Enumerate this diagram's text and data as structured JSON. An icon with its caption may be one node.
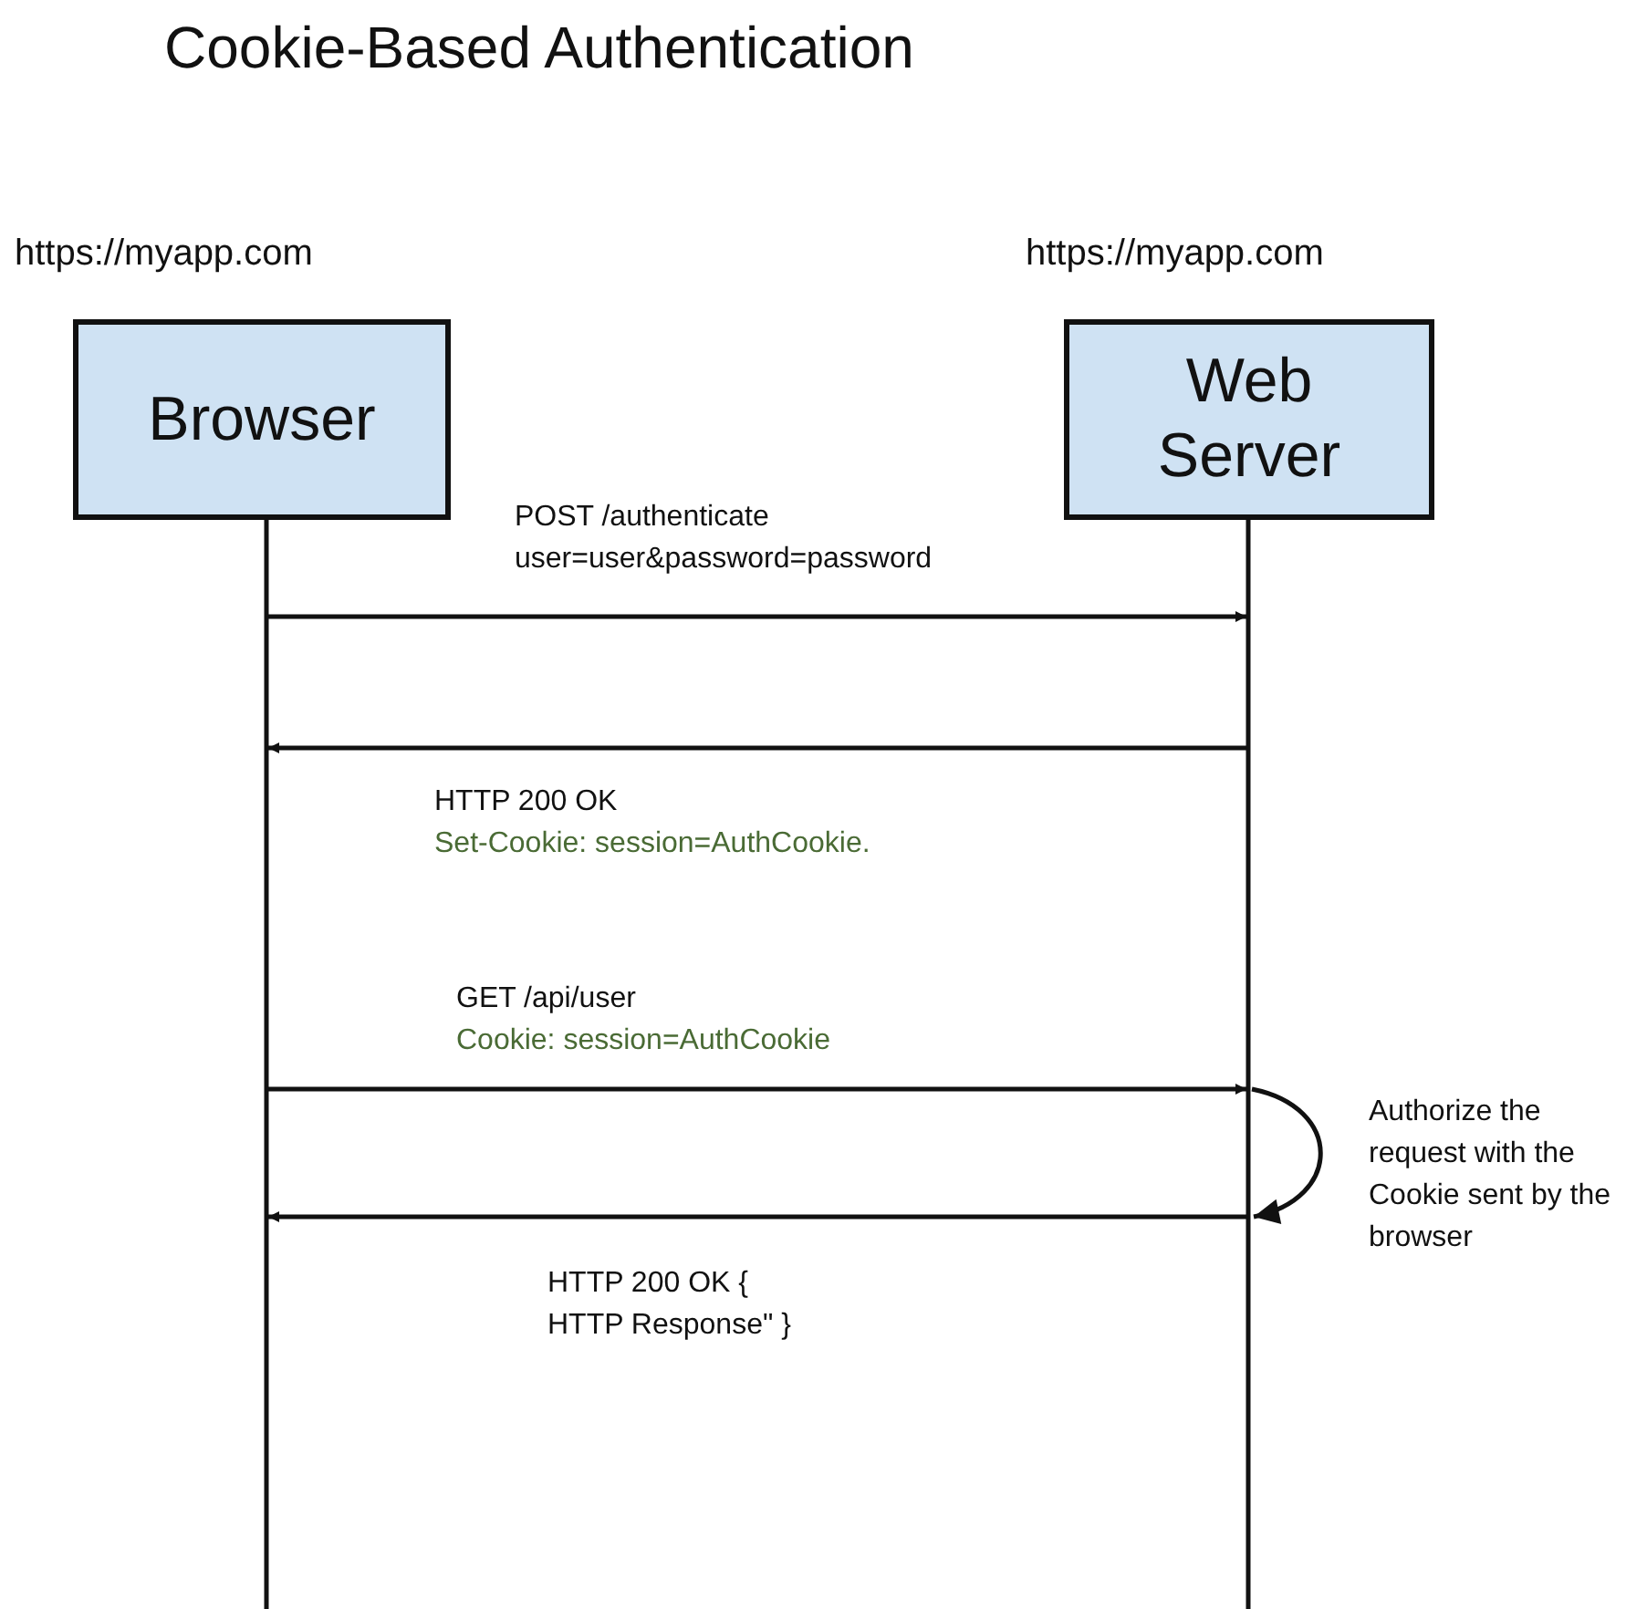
{
  "diagram": {
    "title": "Cookie-Based Authentication",
    "nodes": [
      {
        "text": [
          "Browser"
        ],
        "beside": [
          "https://myapp.com"
        ]
      },
      {
        "text": [
          "Web Server"
        ],
        "beside": [
          "https://myapp.com"
        ]
      }
    ],
    "edges": [
      {
        "from": 0,
        "to": 1,
        "arrow": "to",
        "label": "POST /authenticate user=user&password=password"
      },
      {
        "from": 1,
        "to": 0,
        "arrow": "to",
        "label": "HTTP 200 OK"
      },
      {
        "from": 0,
        "to": 1,
        "arrow": "to",
        "label": "GET /api/user"
      },
      {
        "from": 1,
        "to": 1,
        "arrow": "to",
        "label": "Authorize the request with the Cookie sent by the browser"
      },
      {
        "from": 1,
        "to": 0,
        "arrow": "to",
        "label": "HTTP 200 OK { HTTP Response\" }"
      }
    ],
    "labels": [
      "Set-Cookie: session=AuthCookie.",
      "Cookie: session=AuthCookie"
    ]
  }
}
